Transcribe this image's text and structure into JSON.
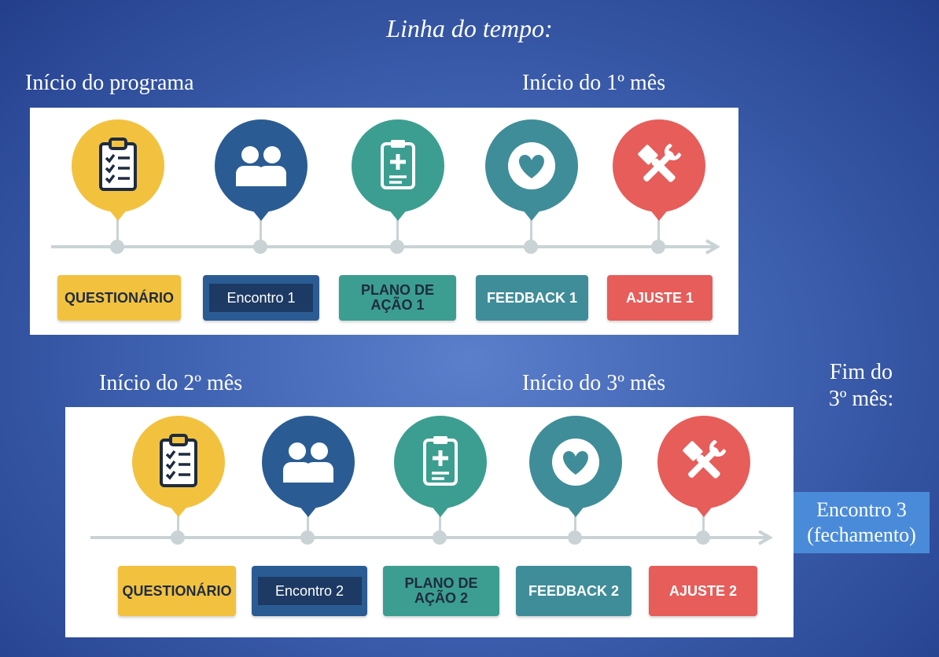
{
  "title": "Linha do tempo:",
  "labels": {
    "inicio_programa": "Início do programa",
    "inicio_mes1": "Início do 1º mês",
    "inicio_mes2": "Início do 2º mês",
    "inicio_mes3": "Início do 3º mês",
    "fim_mes3_line1": "Fim do",
    "fim_mes3_line2": "3º mês:"
  },
  "encontro3": {
    "line1": "Encontro 3",
    "line2": "(fechamento)"
  },
  "colors": {
    "yellow": "#f2c23f",
    "navy": "#2a5c93",
    "teal": "#3c9e90",
    "steel": "#3f8d99",
    "red": "#e65d5a",
    "inner_navy": "#1c3a63"
  },
  "timelines": [
    {
      "steps": [
        {
          "icon": "clipboard-checklist-icon",
          "label": "QUESTIONÁRIO"
        },
        {
          "icon": "two-people-icon",
          "label": "Encontro 1"
        },
        {
          "icon": "medical-clipboard-icon",
          "label_line1": "PLANO DE",
          "label_line2": "AÇÃO 1"
        },
        {
          "icon": "heart-icon",
          "label": "FEEDBACK 1"
        },
        {
          "icon": "tools-icon",
          "label": "AJUSTE 1"
        }
      ]
    },
    {
      "steps": [
        {
          "icon": "clipboard-checklist-icon",
          "label": "QUESTIONÁRIO"
        },
        {
          "icon": "two-people-icon",
          "label": "Encontro 2"
        },
        {
          "icon": "medical-clipboard-icon",
          "label_line1": "PLANO DE",
          "label_line2": "AÇÃO 2"
        },
        {
          "icon": "heart-icon",
          "label": "FEEDBACK 2"
        },
        {
          "icon": "tools-icon",
          "label": "AJUSTE 2"
        }
      ]
    }
  ]
}
